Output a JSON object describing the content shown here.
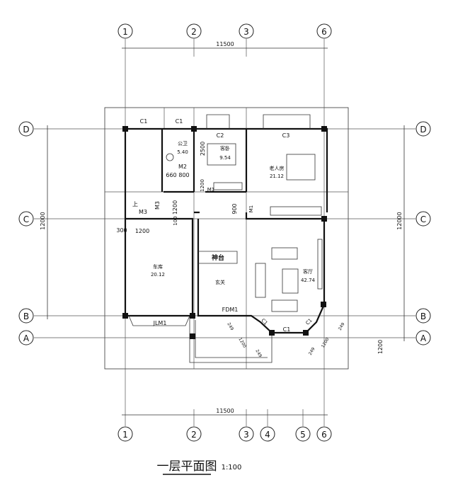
{
  "drawing": {
    "title": "一层平面图",
    "scale": "1:100",
    "axes_columns": [
      "1",
      "2",
      "3",
      "4",
      "5",
      "6"
    ],
    "axes_rows": [
      "D",
      "C",
      "B",
      "A"
    ],
    "dim_top": "11500",
    "dim_bottom": "11500",
    "dim_left": "12000",
    "dim_right": "12000",
    "dim_right_small": "1200"
  },
  "rooms": {
    "bath_name": "公卫",
    "bath_area": "5.40",
    "guest_name": "客卧",
    "guest_area": "9.54",
    "elder_name": "老人房",
    "elder_area": "21.12",
    "garage_name": "车库",
    "garage_area": "20.12",
    "foyer_name": "玄关",
    "living_name": "客厅",
    "living_area": "42.74",
    "altar_name": "神台"
  },
  "labels": {
    "c1": "C1",
    "c2": "C2",
    "c3": "C3",
    "m1": "M1",
    "m2": "M2",
    "m3": "M3",
    "jlm1": "JLM1",
    "fdm1": "FDM1",
    "up": "上",
    "d660": "660",
    "d800": "800",
    "d2500": "2500",
    "d1200": "1200",
    "d900": "900",
    "d300": "300",
    "d100": "100",
    "d249": "249"
  }
}
